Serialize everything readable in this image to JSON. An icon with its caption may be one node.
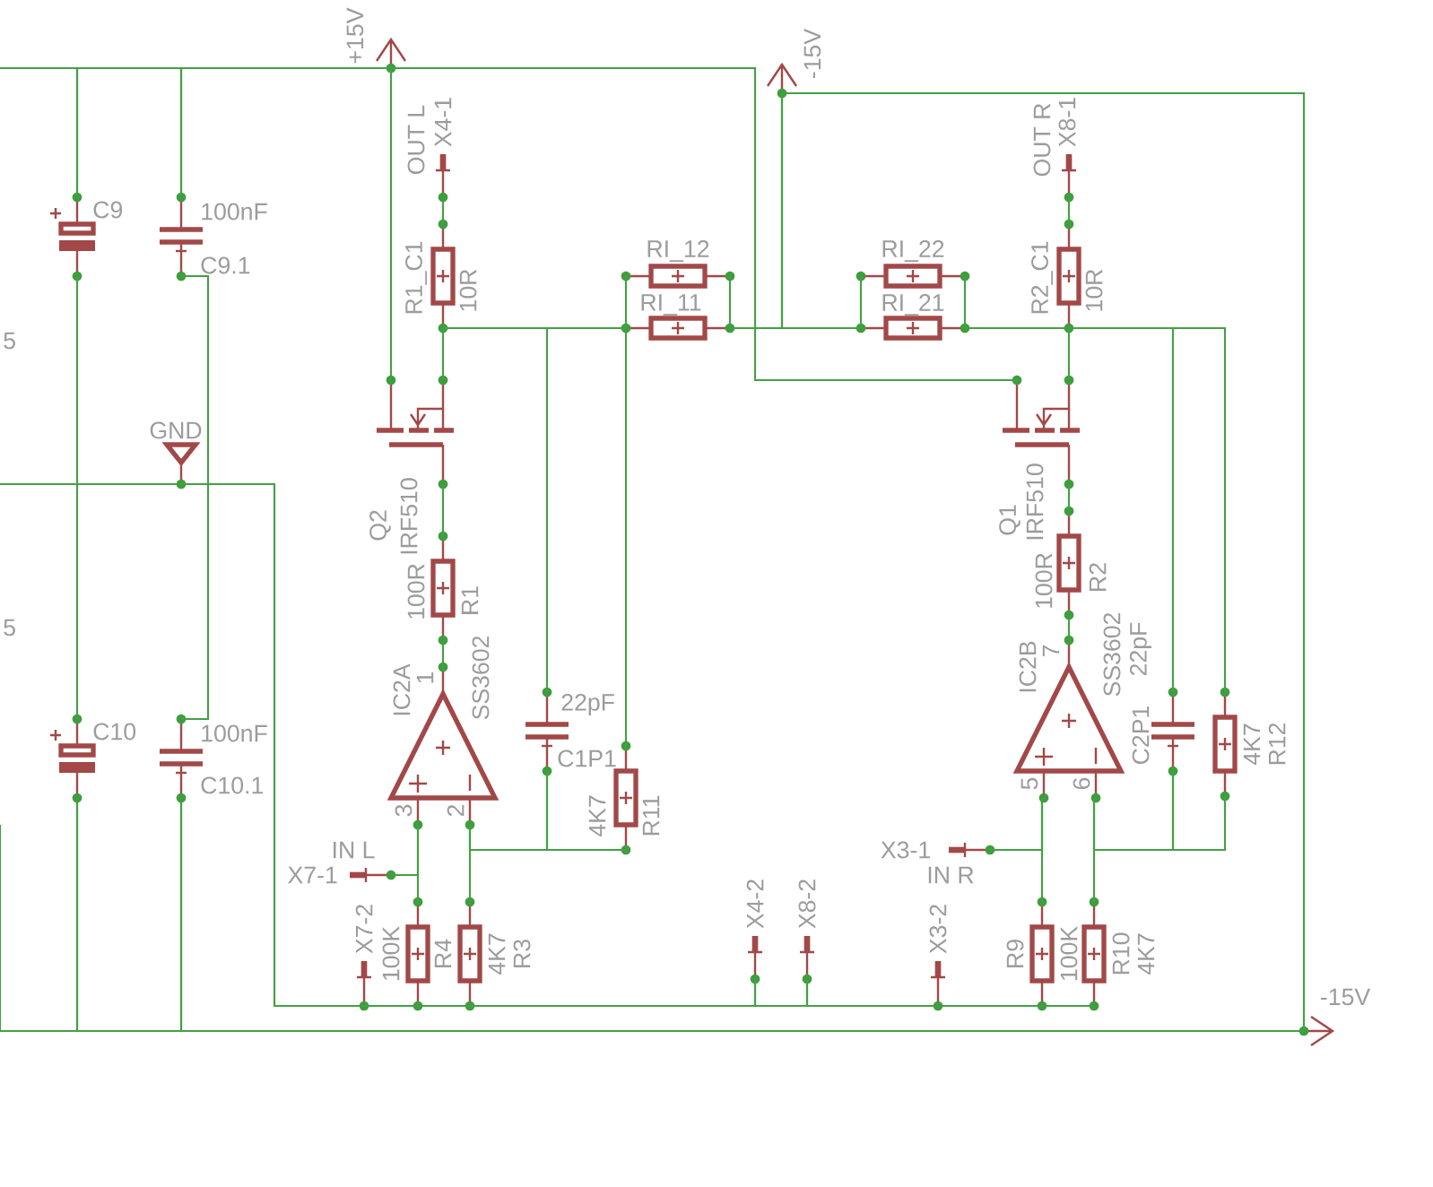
{
  "diagram": {
    "nodes": [
      {
        "text": [
          "+15V"
        ]
      },
      {
        "text": [
          "-15V"
        ]
      },
      {
        "text": [
          "-15V"
        ]
      },
      {
        "text": [
          "GND"
        ]
      },
      {
        "text": [
          "C9"
        ]
      },
      {
        "text": [
          "100nF",
          "C9.1"
        ]
      },
      {
        "text": [
          "C10"
        ]
      },
      {
        "text": [
          "100nF",
          "C10.1"
        ]
      },
      {
        "text": [
          "OUT L",
          "X4-1"
        ]
      },
      {
        "text": [
          "R1_C1",
          "10R"
        ]
      },
      {
        "text": [
          "Q2",
          "IRF510"
        ]
      },
      {
        "text": [
          "100R",
          "R1"
        ]
      },
      {
        "text": [
          "IC2A",
          "SS3602"
        ]
      },
      {
        "text": [
          "RI_12"
        ]
      },
      {
        "text": [
          "RI_11"
        ]
      },
      {
        "text": [
          "RI_22"
        ]
      },
      {
        "text": [
          "RI_21"
        ]
      },
      {
        "text": [
          "22pF",
          "C1P1"
        ]
      },
      {
        "text": [
          "4K7",
          "R11"
        ]
      },
      {
        "text": [
          "IN L",
          "X7-1"
        ]
      },
      {
        "text": [
          "100K",
          "R4"
        ]
      },
      {
        "text": [
          "4K7",
          "R3"
        ]
      },
      {
        "text": [
          "X7-2"
        ]
      },
      {
        "text": [
          "X4-2"
        ]
      },
      {
        "text": [
          "X8-2"
        ]
      },
      {
        "text": [
          "X3-2"
        ]
      },
      {
        "text": [
          "OUT R",
          "X8-1"
        ]
      },
      {
        "text": [
          "R2_C1",
          "10R"
        ]
      },
      {
        "text": [
          "Q1",
          "IRF510"
        ]
      },
      {
        "text": [
          "100R",
          "R2"
        ]
      },
      {
        "text": [
          "IC2B",
          "SS3602"
        ]
      },
      {
        "text": [
          "22pF",
          "C2P1"
        ]
      },
      {
        "text": [
          "4K7",
          "R12"
        ]
      },
      {
        "text": [
          "X3-1",
          "IN R"
        ]
      },
      {
        "text": [
          "R9",
          "100K"
        ]
      },
      {
        "text": [
          "R10",
          "4K7"
        ]
      }
    ],
    "edges": [
      {
        "from": null,
        "to": 4,
        "arrow": "none"
      },
      {
        "from": 4,
        "to": 5,
        "arrow": "none"
      },
      {
        "from": 5,
        "to": 0,
        "arrow": "none"
      },
      {
        "from": 0,
        "to": 10,
        "arrow": "none"
      },
      {
        "from": 0,
        "to": 28,
        "arrow": "none"
      },
      {
        "from": 4,
        "to": 3,
        "arrow": "none"
      },
      {
        "from": null,
        "to": 3,
        "arrow": "none"
      },
      {
        "from": 6,
        "to": 3,
        "arrow": "none"
      },
      {
        "from": 5,
        "to": 3,
        "arrow": "none"
      },
      {
        "from": 7,
        "to": 3,
        "arrow": "none"
      },
      {
        "from": 3,
        "to": 22,
        "arrow": "none"
      },
      {
        "from": 22,
        "to": 20,
        "arrow": "none"
      },
      {
        "from": 20,
        "to": 21,
        "arrow": "none"
      },
      {
        "from": 21,
        "to": 23,
        "arrow": "none"
      },
      {
        "from": 23,
        "to": 24,
        "arrow": "none"
      },
      {
        "from": 24,
        "to": 25,
        "arrow": "none"
      },
      {
        "from": 25,
        "to": 34,
        "arrow": "none"
      },
      {
        "from": 34,
        "to": 35,
        "arrow": "none"
      },
      {
        "from": null,
        "to": 6,
        "arrow": "none"
      },
      {
        "from": 6,
        "to": 7,
        "arrow": "none"
      },
      {
        "from": 7,
        "to": 2,
        "arrow": "none"
      },
      {
        "from": 2,
        "to": 1,
        "arrow": "none"
      },
      {
        "from": 1,
        "to": 14,
        "arrow": "none"
      },
      {
        "from": 1,
        "to": 16,
        "arrow": "none"
      },
      {
        "from": 14,
        "to": 13,
        "arrow": "none"
      },
      {
        "from": 14,
        "to": 13,
        "arrow": "none"
      },
      {
        "from": 16,
        "to": 15,
        "arrow": "none"
      },
      {
        "from": 16,
        "to": 15,
        "arrow": "none"
      },
      {
        "from": 9,
        "to": 14,
        "arrow": "none"
      },
      {
        "from": 9,
        "to": 17,
        "arrow": "none"
      },
      {
        "from": 14,
        "to": 18,
        "arrow": "none"
      },
      {
        "from": 9,
        "to": 10,
        "arrow": "none"
      },
      {
        "from": 8,
        "to": 9,
        "arrow": "none"
      },
      {
        "from": 10,
        "to": 11,
        "arrow": "none"
      },
      {
        "from": 11,
        "to": 12,
        "arrow": "none"
      },
      {
        "from": 12,
        "to": 19,
        "arrow": "none"
      },
      {
        "from": 12,
        "to": 20,
        "arrow": "none"
      },
      {
        "from": 12,
        "to": 21,
        "arrow": "none"
      },
      {
        "from": 12,
        "to": 17,
        "arrow": "none"
      },
      {
        "from": 17,
        "to": 18,
        "arrow": "none"
      },
      {
        "from": 26,
        "to": 27,
        "arrow": "none"
      },
      {
        "from": 16,
        "to": 27,
        "arrow": "none"
      },
      {
        "from": 27,
        "to": 28,
        "arrow": "none"
      },
      {
        "from": 27,
        "to": 31,
        "arrow": "none"
      },
      {
        "from": 27,
        "to": 32,
        "arrow": "none"
      },
      {
        "from": 28,
        "to": 29,
        "arrow": "none"
      },
      {
        "from": 29,
        "to": 30,
        "arrow": "none"
      },
      {
        "from": 30,
        "to": 33,
        "arrow": "none"
      },
      {
        "from": 30,
        "to": 34,
        "arrow": "none"
      },
      {
        "from": 30,
        "to": 35,
        "arrow": "none"
      },
      {
        "from": 30,
        "to": 31,
        "arrow": "none"
      },
      {
        "from": 31,
        "to": 32,
        "arrow": "none"
      }
    ],
    "labels": [
      "5",
      "5",
      "1",
      "3",
      "2",
      "7",
      "5",
      "6"
    ]
  }
}
